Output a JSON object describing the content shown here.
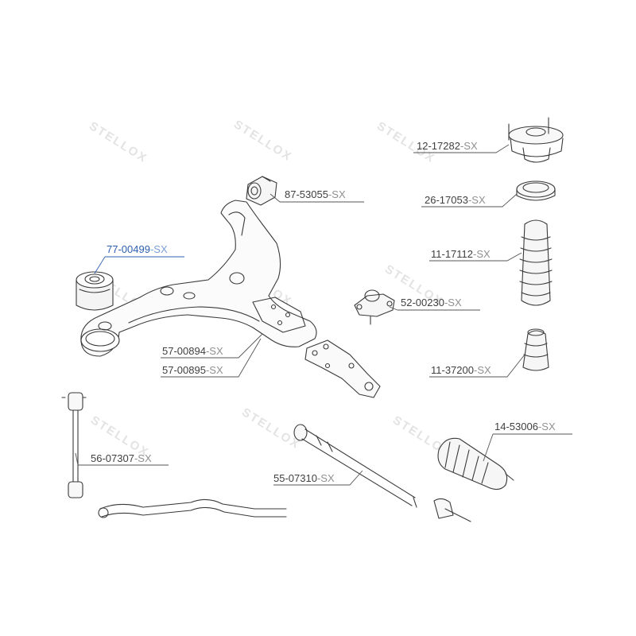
{
  "watermark": {
    "text": "STELLOX"
  },
  "parts": [
    {
      "id": "part-77-00499",
      "code": "77-00499",
      "suffix": "-SX",
      "selected": true
    },
    {
      "id": "part-87-53055",
      "code": "87-53055",
      "suffix": "-SX",
      "selected": false
    },
    {
      "id": "part-12-17282",
      "code": "12-17282",
      "suffix": "-SX",
      "selected": false
    },
    {
      "id": "part-26-17053",
      "code": "26-17053",
      "suffix": "-SX",
      "selected": false
    },
    {
      "id": "part-11-17112",
      "code": "11-17112",
      "suffix": "-SX",
      "selected": false
    },
    {
      "id": "part-52-00230",
      "code": "52-00230",
      "suffix": "-SX",
      "selected": false
    },
    {
      "id": "part-57-00894",
      "code": "57-00894",
      "suffix": "-SX",
      "selected": false
    },
    {
      "id": "part-57-00895",
      "code": "57-00895",
      "suffix": "-SX",
      "selected": false
    },
    {
      "id": "part-11-37200",
      "code": "11-37200",
      "suffix": "-SX",
      "selected": false
    },
    {
      "id": "part-14-53006",
      "code": "14-53006",
      "suffix": "-SX",
      "selected": false
    },
    {
      "id": "part-56-07307",
      "code": "56-07307",
      "suffix": "-SX",
      "selected": false
    },
    {
      "id": "part-55-07310",
      "code": "55-07310",
      "suffix": "-SX",
      "selected": false
    }
  ]
}
